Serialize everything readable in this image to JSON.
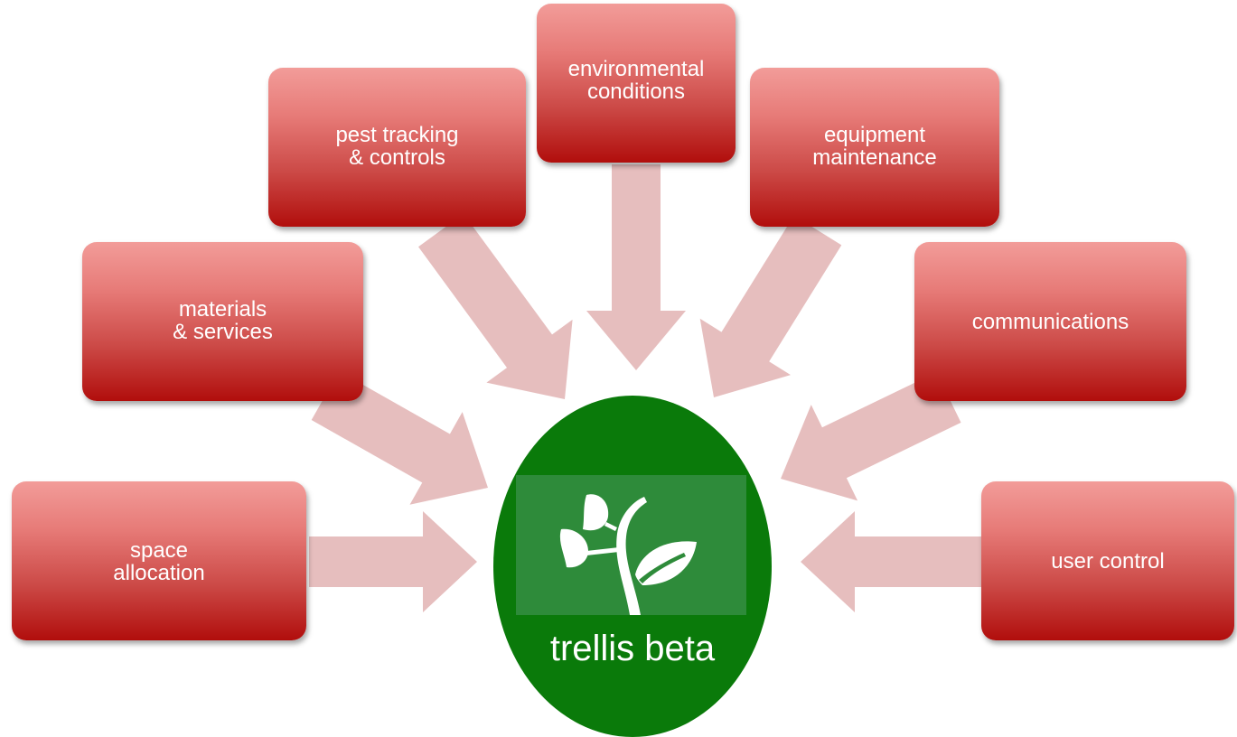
{
  "nodes": [
    {
      "id": "space",
      "label": "space\nallocation"
    },
    {
      "id": "materials",
      "label": "materials\n& services"
    },
    {
      "id": "pest",
      "label": "pest tracking\n& controls"
    },
    {
      "id": "env",
      "label": "environmental\nconditions"
    },
    {
      "id": "equip",
      "label": "equipment\nmaintenance"
    },
    {
      "id": "comm",
      "label": "communications"
    },
    {
      "id": "user",
      "label": "user control"
    }
  ],
  "center": {
    "label": "trellis beta",
    "logo_icon": "sprout-leaf-icon"
  },
  "edges": [
    {
      "from": "space",
      "to": "center"
    },
    {
      "from": "materials",
      "to": "center"
    },
    {
      "from": "pest",
      "to": "center"
    },
    {
      "from": "env",
      "to": "center"
    },
    {
      "from": "equip",
      "to": "center"
    },
    {
      "from": "comm",
      "to": "center"
    },
    {
      "from": "user",
      "to": "center"
    }
  ],
  "colors": {
    "box_top": "#f29c99",
    "box_bottom": "#b10e0c",
    "arrow": "#e2b3b3",
    "center_fill": "#0a7a0a",
    "logo_panel": "#2e8b3a"
  }
}
